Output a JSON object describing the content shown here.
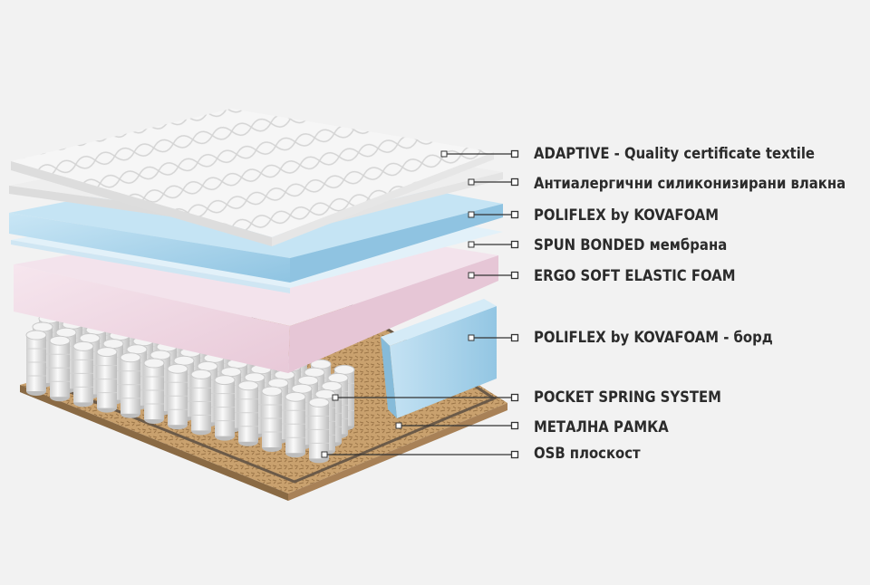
{
  "layers": [
    {
      "label": "ADAPTIVE - Quality certificate textile"
    },
    {
      "label": "Антиалергични силиконизирани влакна"
    },
    {
      "label": "POLIFLEX by KOVAFOAM"
    },
    {
      "label": "SPUN BONDED мембрана"
    },
    {
      "label": "ERGO SOFT ELASTIC FOAM"
    },
    {
      "label": "POLIFLEX by KOVAFOAM - борд"
    },
    {
      "label": "POCKET SPRING SYSTEM"
    },
    {
      "label": "МЕТАЛНА РАМКА"
    },
    {
      "label": "OSB плоскост"
    }
  ],
  "colors": {
    "background": "#f2f2f2",
    "textile": "#f7f7f7",
    "fibers": "#efefef",
    "poliflex": "#a9d3ea",
    "membrane": "#ddeef8",
    "ergo_foam": "#f1dce7",
    "border_foam": "#a7cfe6",
    "springs": "#e9e9e9",
    "frame": "#6b5a48",
    "osb": "#c79f6e",
    "leader": "#333333",
    "text": "#2b2b2b"
  }
}
